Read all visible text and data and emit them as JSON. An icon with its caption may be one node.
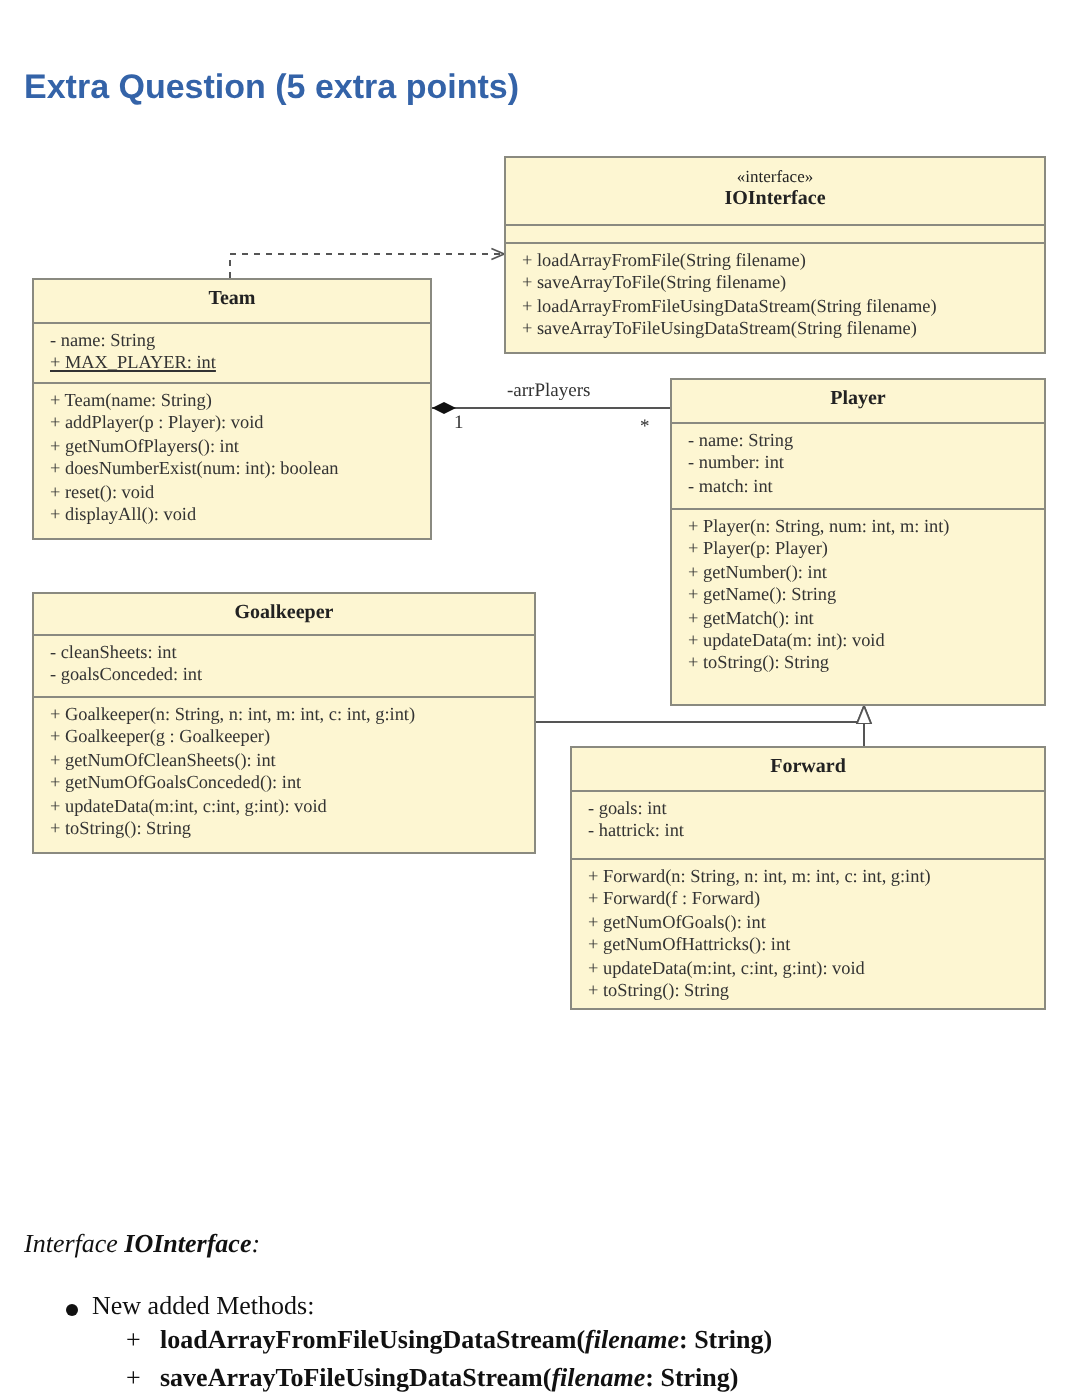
{
  "diagram": {
    "title": "Extra Question (5 extra points)",
    "nodes": [
      {
        "text": [
          "«interface»",
          "IOInterface"
        ]
      },
      {
        "text": [],
        "shape": "box",
        "in": 0
      },
      {
        "text": [
          "+ loadArrayFromFile(String filename)",
          "+ saveArrayToFile(String filename)",
          "+ loadArrayFromFileUsingDataStream(String filename)",
          "+ saveArrayToFileUsingDataStream(String filename)"
        ],
        "in": 0
      },
      {
        "text": [
          "Team"
        ]
      },
      {
        "text": [
          "- name: String",
          "+ MAX_PLAYER: int"
        ],
        "in": 3
      },
      {
        "text": [
          "+ Team(name: String)",
          "+ addPlayer(p : Player): void",
          "+ getNumOfPlayers(): int",
          "+ doesNumberExist(num: int): boolean",
          "+ reset(): void",
          "+ displayAll(): void"
        ],
        "in": 3
      },
      {
        "text": [
          "Player"
        ]
      },
      {
        "text": [
          "- name: String",
          "- number: int",
          "- match: int"
        ],
        "in": 6
      },
      {
        "text": [
          "+ Player(n: String, num: int, m: int)",
          "+ Player(p: Player)",
          "+ getNumber(): int",
          "+ getName(): String",
          "+ getMatch(): int",
          "+ updateData(m: int): void",
          "+ toString(): String"
        ],
        "in": 6
      },
      {
        "text": [
          "Goalkeeper"
        ]
      },
      {
        "text": [
          "- cleanSheets: int",
          "- goalsConceded: int"
        ],
        "in": 9
      },
      {
        "text": [
          "+ Goalkeeper(n: String, n: int, m: int, c: int, g:int)",
          "+ Goalkeeper(g : Goalkeeper)",
          "+ getNumOfCleanSheets(): int",
          "+ getNumOfGoalsConceded(): int",
          "+ updateData(m:int, c:int, g:int): void",
          "+ toString(): String"
        ],
        "in": 9
      },
      {
        "text": [
          "Forward"
        ]
      },
      {
        "text": [
          "- goals: int",
          "- hattrick: int"
        ],
        "in": 12
      },
      {
        "text": [
          "+ Forward(n: String, n: int, m: int, c: int, g:int)",
          "+ Forward(f : Forward)",
          "+ getNumOfGoals(): int",
          "+ getNumOfHattricks(): int",
          "+ updateData(m:int, c:int, g:int): void",
          "+ toString(): String"
        ],
        "in": 12
      }
    ],
    "edges": [
      {
        "from": 3,
        "to": 0,
        "arrow": "to",
        "style": "dashed"
      },
      {
        "from": 3,
        "to": 6,
        "arrow": "other",
        "label": "-arrPlayers"
      },
      {
        "from": 9,
        "to": 6,
        "arrow": "to"
      },
      {
        "from": 12,
        "to": 6,
        "arrow": "to"
      }
    ],
    "labels": [
      "1",
      "*",
      "Interface **IOInterface**:",
      "New added Methods:",
      "+",
      "loadArrayFromFileUsingDataStream(*filename*: String)",
      "+",
      "saveArrayToFileUsingDataStream(*filename*: String)"
    ]
  }
}
